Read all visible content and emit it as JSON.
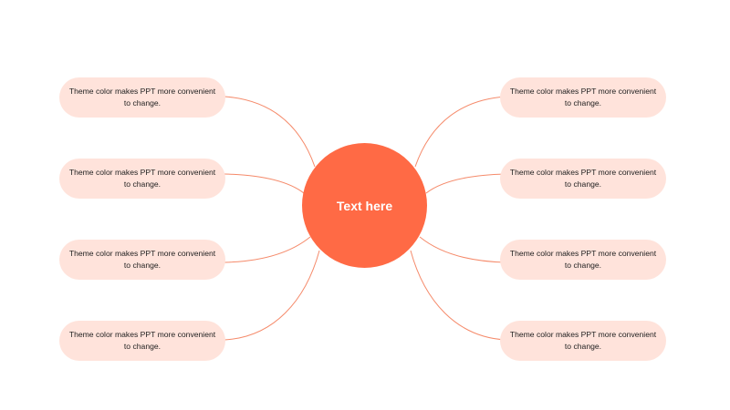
{
  "center": {
    "label": "Text here"
  },
  "nodes": [
    {
      "id": "left-1",
      "text": "Theme color makes PPT more convenient to change."
    },
    {
      "id": "left-2",
      "text": "Theme color makes PPT more convenient to change."
    },
    {
      "id": "left-3",
      "text": "Theme color makes PPT more convenient to change."
    },
    {
      "id": "left-4",
      "text": "Theme color makes PPT more convenient to change."
    },
    {
      "id": "right-1",
      "text": "Theme color makes PPT more convenient to change."
    },
    {
      "id": "right-2",
      "text": "Theme color makes PPT more convenient to change."
    },
    {
      "id": "right-3",
      "text": "Theme color makes PPT more convenient to change."
    },
    {
      "id": "right-4",
      "text": "Theme color makes PPT more convenient to change."
    }
  ],
  "colors": {
    "accent": "#FF6A45",
    "node_fill": "#FFE3DB",
    "connector": "#F58A6A"
  }
}
